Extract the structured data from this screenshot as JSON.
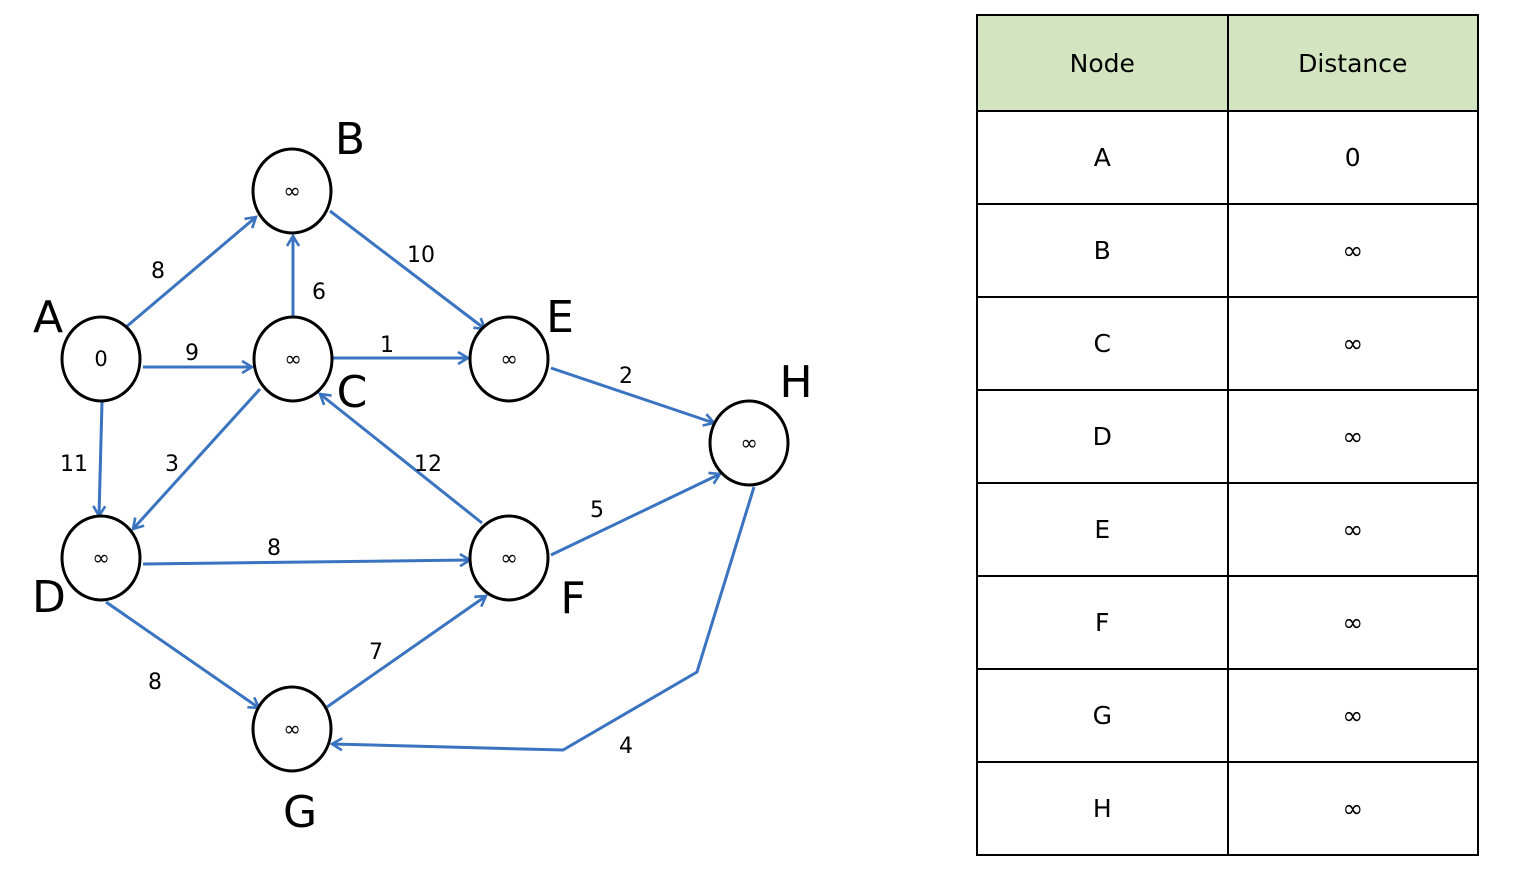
{
  "graph": {
    "nodes": [
      {
        "id": "A",
        "value": "0"
      },
      {
        "id": "B",
        "value": "∞"
      },
      {
        "id": "C",
        "value": "∞"
      },
      {
        "id": "D",
        "value": "∞"
      },
      {
        "id": "E",
        "value": "∞"
      },
      {
        "id": "F",
        "value": "∞"
      },
      {
        "id": "G",
        "value": "∞"
      },
      {
        "id": "H",
        "value": "∞"
      }
    ],
    "edges": [
      {
        "from": "A",
        "to": "B",
        "weight": "8"
      },
      {
        "from": "A",
        "to": "C",
        "weight": "9"
      },
      {
        "from": "A",
        "to": "D",
        "weight": "11"
      },
      {
        "from": "C",
        "to": "B",
        "weight": "6"
      },
      {
        "from": "B",
        "to": "E",
        "weight": "10"
      },
      {
        "from": "C",
        "to": "E",
        "weight": "1"
      },
      {
        "from": "C",
        "to": "D",
        "weight": "3"
      },
      {
        "from": "E",
        "to": "H",
        "weight": "2"
      },
      {
        "from": "F",
        "to": "C",
        "weight": "12"
      },
      {
        "from": "D",
        "to": "F",
        "weight": "8"
      },
      {
        "from": "F",
        "to": "H",
        "weight": "5"
      },
      {
        "from": "D",
        "to": "G",
        "weight": "8"
      },
      {
        "from": "G",
        "to": "F",
        "weight": "7"
      },
      {
        "from": "H",
        "to": "G",
        "weight": "4"
      }
    ],
    "colors": {
      "edge": "#3A74C0",
      "node_border": "#000000",
      "node_fill": "#FFFFFF"
    }
  },
  "table": {
    "headers": {
      "node": "Node",
      "distance": "Distance"
    },
    "rows": [
      {
        "node": "A",
        "distance": "0"
      },
      {
        "node": "B",
        "distance": "∞"
      },
      {
        "node": "C",
        "distance": "∞"
      },
      {
        "node": "D",
        "distance": "∞"
      },
      {
        "node": "E",
        "distance": "∞"
      },
      {
        "node": "F",
        "distance": "∞"
      },
      {
        "node": "G",
        "distance": "∞"
      },
      {
        "node": "H",
        "distance": "∞"
      }
    ],
    "header_color": "#D3E4C1"
  }
}
